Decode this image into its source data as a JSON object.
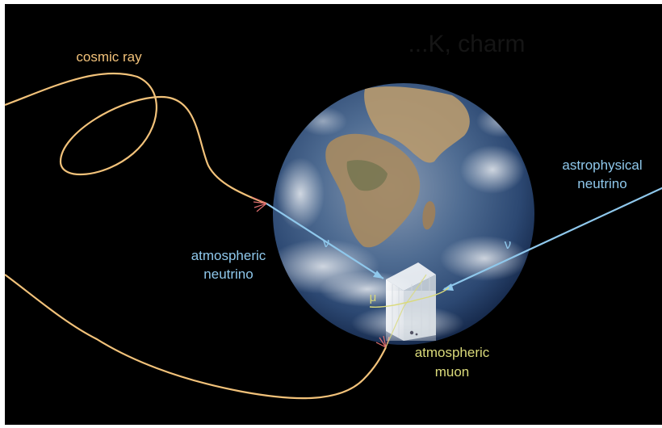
{
  "labels": {
    "cosmic_ray": "cosmic ray",
    "top_fragment": "...K, charm",
    "astro_line1": "astrophysical",
    "astro_line2": "neutrino",
    "atmo_nu_line1": "atmospheric",
    "atmo_nu_line2": "neutrino",
    "atmo_mu_line1": "atmospheric",
    "atmo_mu_line2": "muon",
    "nu_symbol_left": "ν",
    "nu_symbol_right": "ν",
    "mu_symbol": "μ"
  },
  "colors": {
    "background": "#000000",
    "cosmic_ray": "#f2c27a",
    "neutrino": "#8fc8ec",
    "muon": "#dada7a",
    "top_fragment": "#151515",
    "shower": "#e07070"
  },
  "icons": {
    "earth": "earth-globe-icon",
    "detector": "ice-cube-detector-icon"
  }
}
